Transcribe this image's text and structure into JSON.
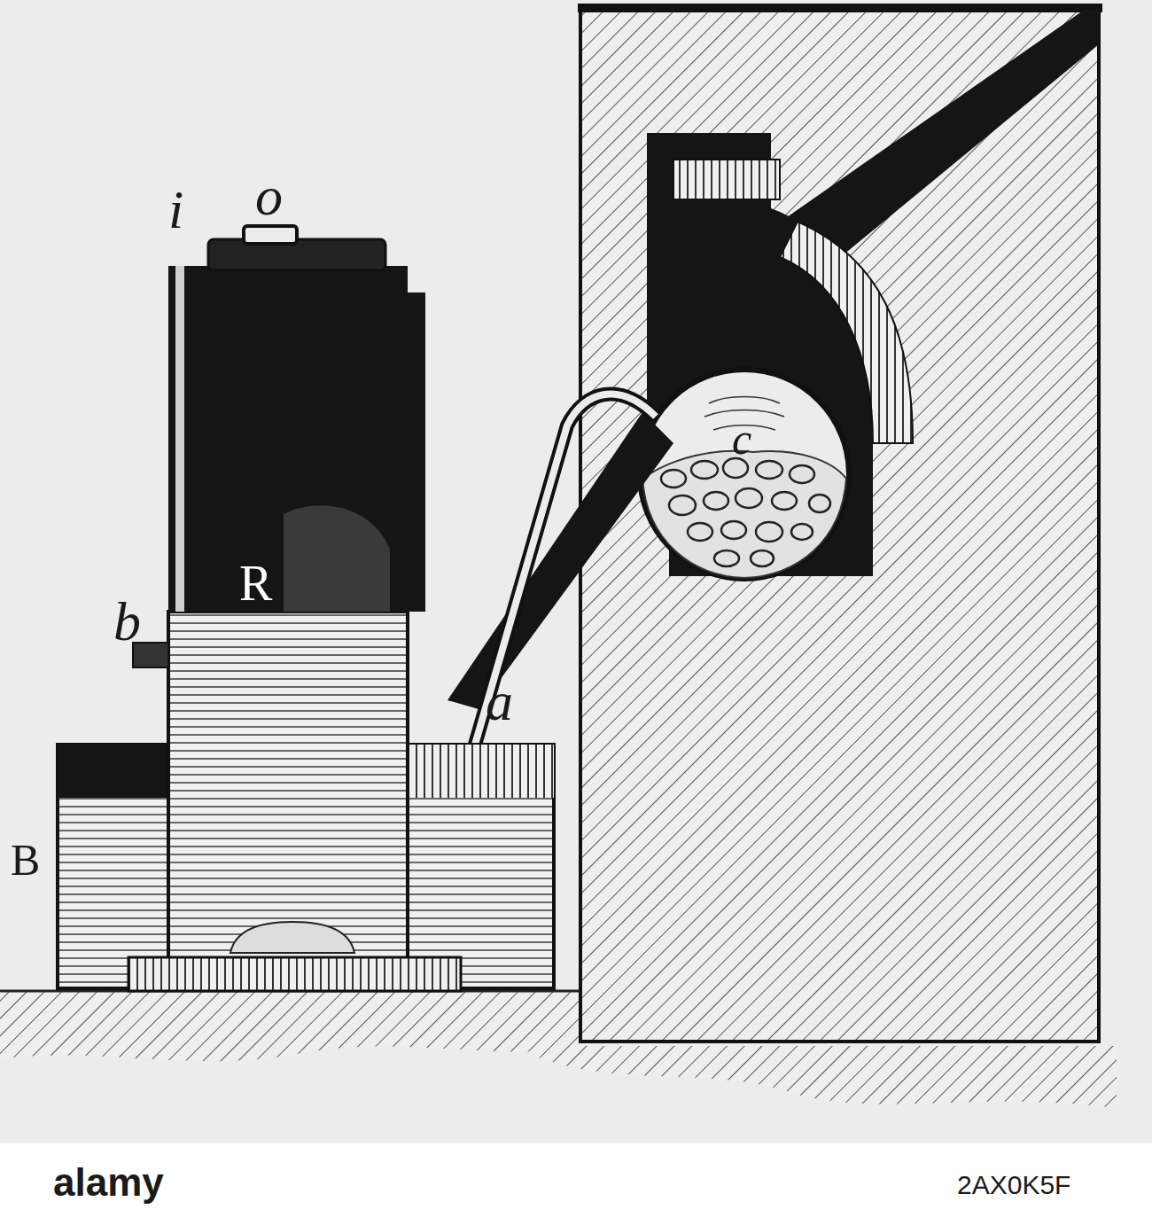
{
  "diagram": {
    "labels": [
      "i",
      "o",
      "b",
      "R",
      "a",
      "c",
      "B",
      "alamy",
      "2AX0K5F"
    ]
  }
}
